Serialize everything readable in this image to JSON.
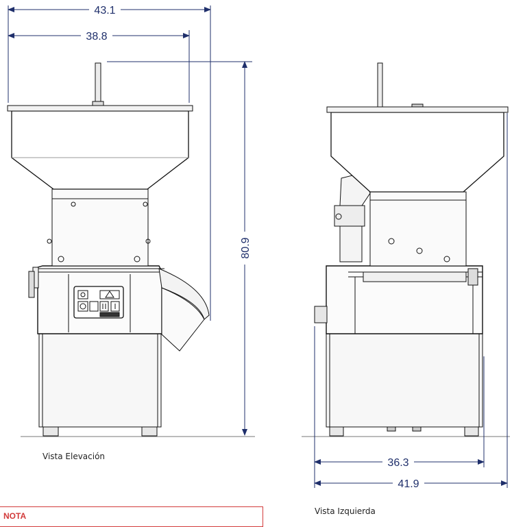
{
  "dimensions": {
    "front_total_width": "43.1",
    "front_hopper_width": "38.8",
    "front_height": "80.9",
    "side_base_width": "36.3",
    "side_total_width": "41.9"
  },
  "labels": {
    "front_view": "Vista Elevación",
    "side_view": "Vista Izquierda"
  },
  "note": {
    "title": "NOTA"
  },
  "colors": {
    "dimension_line": "#1f2f6b",
    "note_border": "#d23a3a",
    "machine_outline": "#111111"
  }
}
